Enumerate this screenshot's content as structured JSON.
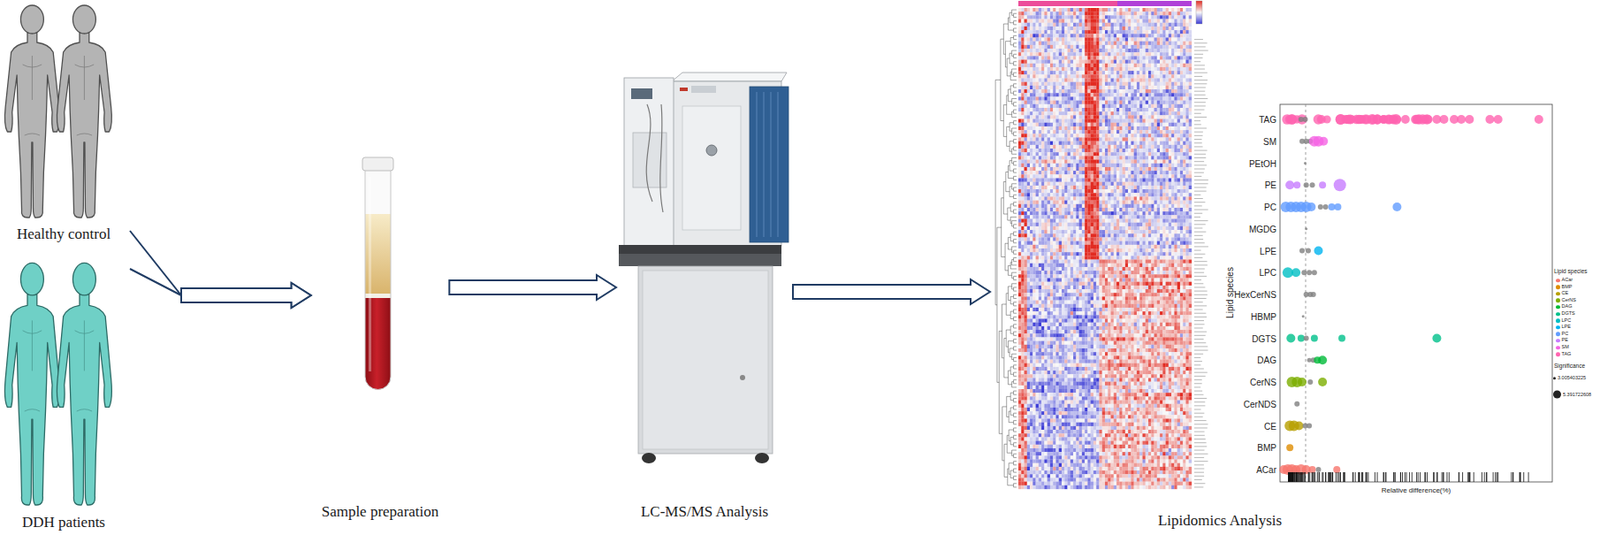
{
  "diagram": {
    "nodes": [
      {
        "text": [
          "Healthy control"
        ]
      },
      {
        "text": [
          "DDH patients"
        ]
      },
      {
        "text": [
          "Sample preparation"
        ]
      },
      {
        "text": [
          "LC-MS/MS Analysis"
        ]
      },
      {
        "text": [
          "Lipidomics Analysis"
        ]
      }
    ],
    "edges": [
      {
        "from": 0,
        "to": 2,
        "arrow": "to"
      },
      {
        "from": 1,
        "to": 2,
        "arrow": "to"
      },
      {
        "from": 2,
        "to": 3,
        "arrow": "to"
      },
      {
        "from": 3,
        "to": 4,
        "arrow": "to"
      }
    ],
    "labels": [
      "TAG",
      "SM",
      "PEtOH",
      "PE",
      "PC",
      "MGDG",
      "LPE",
      "LPC",
      "HexCerNS",
      "HBMP",
      "DGTS",
      "DAG",
      "CerNS",
      "CerNDS",
      "CE",
      "BMP",
      "ACar",
      "Lipid species",
      "Relative difference(%)",
      "Lipid species",
      "Significance"
    ],
    "legend": [
      {
        "text": "ACar",
        "color": "#F8766D"
      },
      {
        "text": "BMP",
        "color": "#DE8C00"
      },
      {
        "text": "CE",
        "color": "#B79F00"
      },
      {
        "text": "CerNS",
        "color": "#7CAE00"
      },
      {
        "text": "DAG",
        "color": "#00BA38"
      },
      {
        "text": "DGTS",
        "color": "#00C08B"
      },
      {
        "text": "LPC",
        "color": "#00BFC4"
      },
      {
        "text": "LPE",
        "color": "#00B4F0"
      },
      {
        "text": "PC",
        "color": "#619CFF"
      },
      {
        "text": "PE",
        "color": "#C77CFF"
      },
      {
        "text": "SM",
        "color": "#F564E3"
      },
      {
        "text": "TAG",
        "color": "#FF64B0"
      },
      {
        "text": "3.005403225"
      },
      {
        "text": "5.391722608"
      }
    ]
  }
}
